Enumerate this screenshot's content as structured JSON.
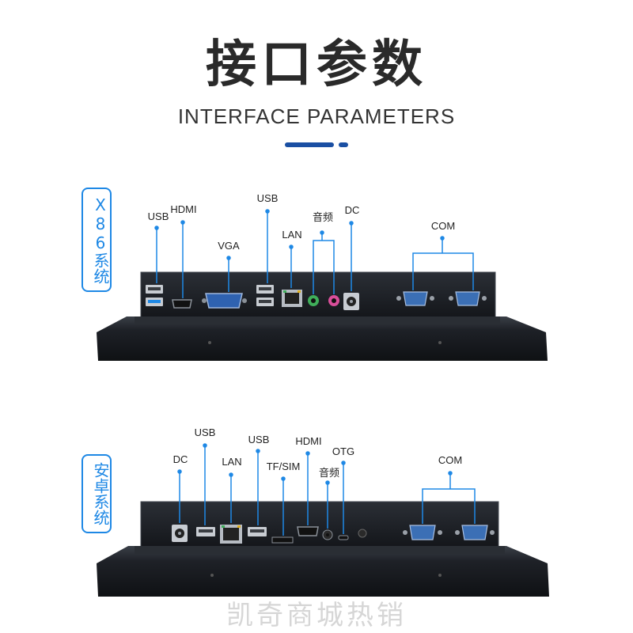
{
  "header": {
    "title_cn": "接口参数",
    "title_en": "INTERFACE PARAMETERS"
  },
  "x86_section": {
    "tag": "X86系统",
    "labels": {
      "usb_left": "USB",
      "hdmi": "HDMI",
      "vga": "VGA",
      "usb_mid": "USB",
      "lan": "LAN",
      "audio": "音频",
      "dc": "DC",
      "com": "COM"
    }
  },
  "android_section": {
    "tag": "安卓系统",
    "labels": {
      "dc": "DC",
      "usb_left": "USB",
      "lan": "LAN",
      "usb_mid": "USB",
      "tfsim": "TF/SIM",
      "hdmi": "HDMI",
      "audio": "音频",
      "otg": "OTG",
      "com": "COM"
    }
  },
  "watermark": "凯奇商城热销",
  "colors": {
    "accent": "#1e88e5",
    "title_bar": "#1a4fa3",
    "device_body": "#1b1e23",
    "port_metal": "#9aa0a8",
    "com_blue": "#3b6fb5",
    "audio_green": "#3fae5a",
    "audio_pink": "#d94e9a"
  }
}
